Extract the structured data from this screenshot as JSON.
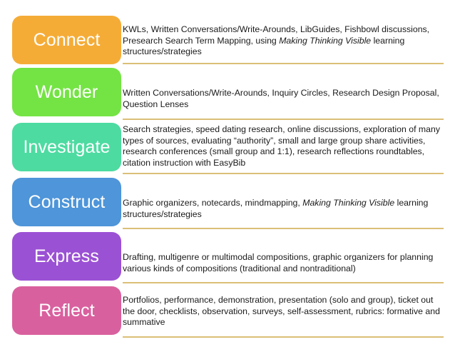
{
  "slide": {
    "background_color": "#ffffff",
    "divider_color": "#dbbf77",
    "label_text_color": "#ffffff",
    "body_text_color": "#1a1a1a"
  },
  "stages": [
    {
      "label": "Connect",
      "color": "#f5ac37",
      "description_html": "KWLs, Written Conversations/Write-Arounds, LibGuides, Fishbowl discussions, Presearch Search Term Mapping, using <em>Making Thinking Visible</em> learning structures/strategies",
      "description_text": "KWLs, Written Conversations/Write-Arounds, LibGuides, Fishbowl discussions, Presearch Search Term Mapping, using Making Thinking Visible learning structures/strategies"
    },
    {
      "label": "Wonder",
      "color": "#74e444",
      "description_html": "Written Conversations/Write-Arounds, Inquiry Circles, Research Design Proposal, Question Lenses",
      "description_text": "Written Conversations/Write-Arounds, Inquiry Circles, Research Design Proposal, Question Lenses"
    },
    {
      "label": "Investigate",
      "color": "#4ddba1",
      "description_html": "Search strategies, speed dating research, online discussions, exploration of many types of sources, evaluating “authority”, small and large group share activities, research conferences (small group and 1:1), research reflections roundtables, citation instruction with EasyBib",
      "description_text": "Search strategies, speed dating research, online discussions, exploration of many types of sources, evaluating “authority”, small and large group share activities, research conferences (small group and 1:1), research reflections roundtables, citation instruction with EasyBib"
    },
    {
      "label": "Construct",
      "color": "#4e95d9",
      "description_html": "Graphic organizers, notecards, mindmapping, <em>Making Thinking Visible</em> learning structures/strategies",
      "description_text": "Graphic organizers, notecards, mindmapping, Making Thinking Visible learning structures/strategies"
    },
    {
      "label": "Express",
      "color": "#9b51d4",
      "description_html": "Drafting, multigenre or multimodal compositions, graphic organizers for planning various kinds of compositions (traditional and nontraditional)",
      "description_text": "Drafting, multigenre or multimodal compositions, graphic organizers for planning various kinds of compositions (traditional and nontraditional)"
    },
    {
      "label": "Reflect",
      "color": "#d9609e",
      "description_html": "Portfolios, performance, demonstration, presentation (solo and group), ticket out the door, checklists, observation, surveys, self-assessment, rubrics:  formative and summative",
      "description_text": "Portfolios, performance, demonstration, presentation (solo and group), ticket out the door, checklists, observation, surveys, self-assessment, rubrics:  formative and summative"
    }
  ]
}
